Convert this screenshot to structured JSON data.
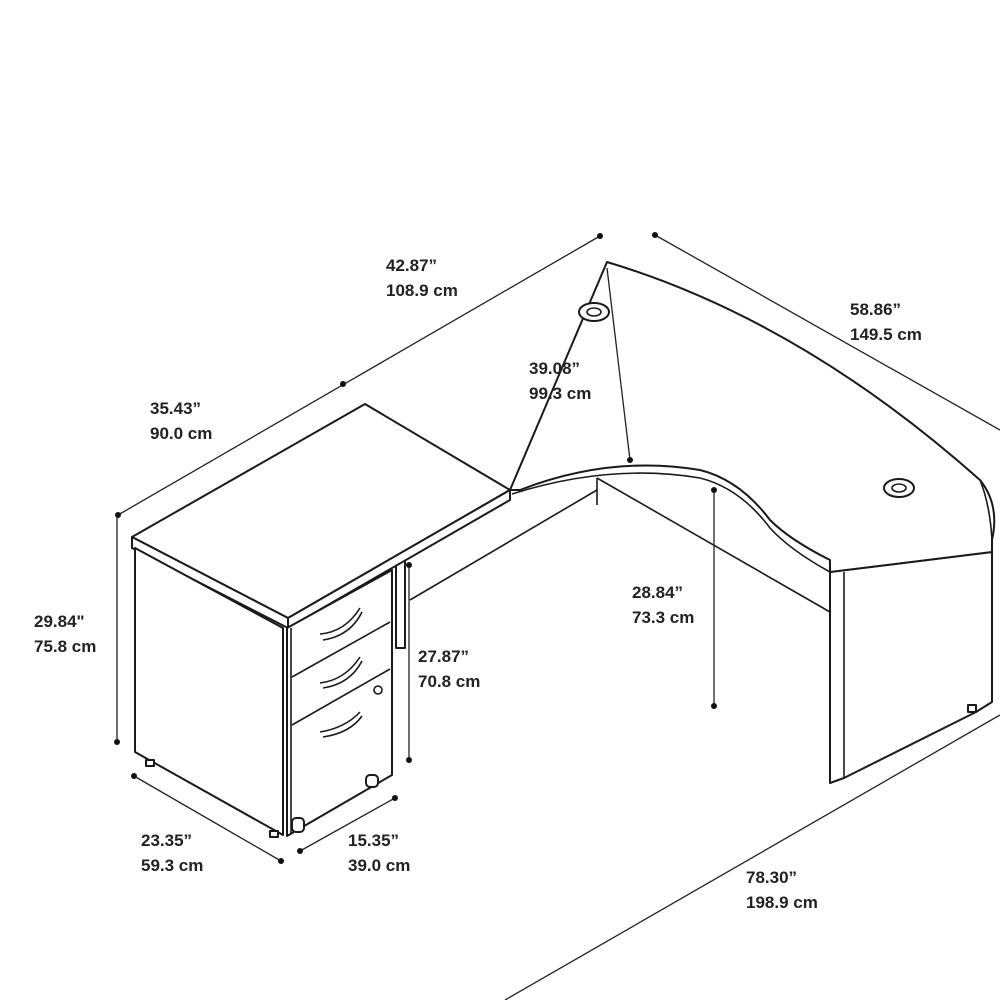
{
  "title": "L-shaped desk with mobile pedestal dimensions",
  "dimensions": {
    "return_total_width": {
      "in": "42.87”",
      "cm": "108.9 cm"
    },
    "return_width": {
      "in": "35.43”",
      "cm": "90.0 cm"
    },
    "corner_depth": {
      "in": "39.08”",
      "cm": "99.3 cm"
    },
    "right_width": {
      "in": "58.86”",
      "cm": "149.5 cm"
    },
    "total_height": {
      "in": "29.84\"",
      "cm": "75.8 cm"
    },
    "pedestal_height": {
      "in": "27.87”",
      "cm": "70.8 cm"
    },
    "knee_height": {
      "in": "28.84”",
      "cm": "73.3 cm"
    },
    "pedestal_depth": {
      "in": "23.35”",
      "cm": "59.3 cm"
    },
    "pedestal_width": {
      "in": "15.35”",
      "cm": "39.0 cm"
    },
    "overall_width": {
      "in": "78.30”",
      "cm": "198.9 cm"
    }
  }
}
